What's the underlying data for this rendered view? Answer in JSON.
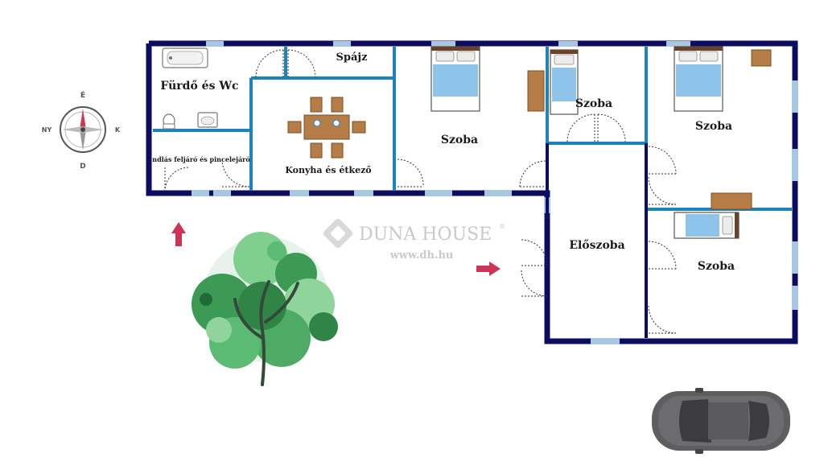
{
  "rooms": {
    "bathroom": "Fürdő és Wc",
    "pantry": "Spájz",
    "stair": "ndlás feljáró és pincelejáró",
    "kitchen": "Konyha és étkező",
    "bedroom_1": "Szoba",
    "bedroom_2": "Szoba",
    "bedroom_3": "Szoba",
    "bedroom_4": "Szoba",
    "hall": "Előszoba"
  },
  "compass": {
    "north": "É",
    "south": "D",
    "east": "K",
    "west": "NY"
  },
  "watermark": {
    "brand": "DUNA HOUSE",
    "reg": "®",
    "url": "www.dh.hu"
  },
  "colors": {
    "wall": "#0c0c62",
    "window": "#a7c7df",
    "partition": "#1d83b8",
    "bed_sheet": "#8ec3ea",
    "furniture": "#b67c45",
    "arrow": "#cc3355",
    "tree": "#3d9a55",
    "car": "#5e5e60"
  }
}
